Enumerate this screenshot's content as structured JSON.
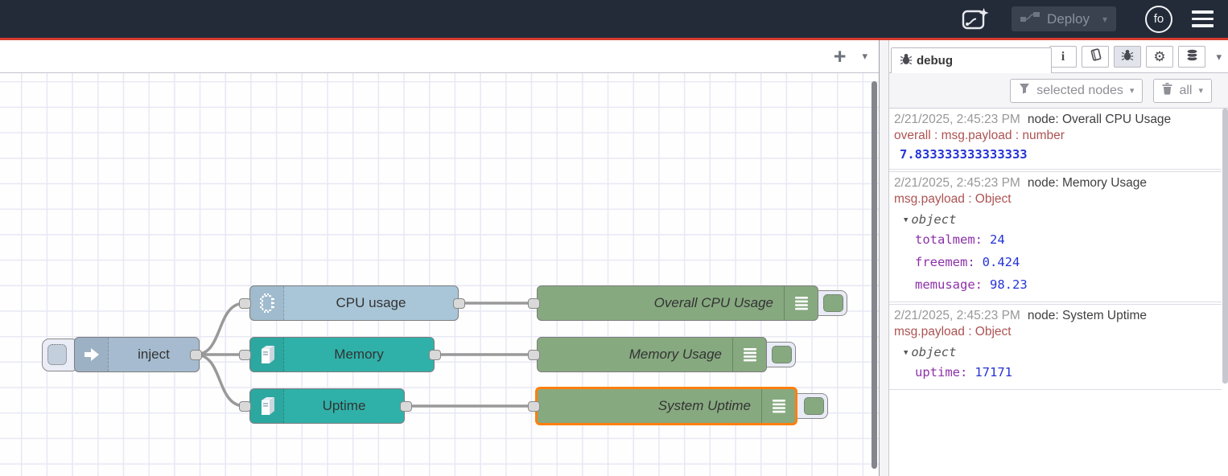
{
  "header": {
    "deploy_label": "Deploy",
    "avatar_text": "fo",
    "icon_names": [
      "flow-sparkle-icon",
      "deploy-nodes-icon",
      "user-avatar",
      "hamburger-menu-icon"
    ]
  },
  "icons": {
    "plus": "+",
    "caret": "▾",
    "info_glyph": "i",
    "gear_glyph": "⚙",
    "object_caret": "▼"
  },
  "colors": {
    "header_bg": "#232b39",
    "header_red_line": "#d63b2f",
    "inject_node": "#a6bbcf",
    "cpu_node": "#a9c6d8",
    "os_node": "#2fb1a9",
    "debug_node": "#87a980",
    "selected_border": "#ff7f0e",
    "wire": "#999999",
    "debug_key_purple": "#8d31a8",
    "debug_value_blue": "#2433d6",
    "debug_meta_red": "#ad5353"
  },
  "flow": {
    "nodes": {
      "inject": {
        "label": "inject"
      },
      "cpu": {
        "label": "CPU usage"
      },
      "memory": {
        "label": "Memory"
      },
      "uptime": {
        "label": "Uptime"
      },
      "overall": {
        "label": "Overall CPU Usage"
      },
      "memory_usage": {
        "label": "Memory Usage"
      },
      "system_uptime": {
        "label": "System Uptime"
      }
    },
    "selected_node": "System Uptime"
  },
  "sidebar": {
    "tab_label": "debug",
    "header_buttons": [
      "info",
      "library-book",
      "debug-bug",
      "config-gear",
      "context-data-db"
    ],
    "filter_label": "selected nodes",
    "clear_label": "all",
    "messages": [
      {
        "time": "2/21/2025, 2:45:23 PM",
        "node": "node: Overall CPU Usage",
        "meta": "overall : msg.payload : number",
        "value": "7.833333333333333"
      },
      {
        "time": "2/21/2025, 2:45:23 PM",
        "node": "node: Memory Usage",
        "meta": "msg.payload : Object",
        "object_label": "object",
        "fields": [
          {
            "key": "totalmem",
            "value": "24"
          },
          {
            "key": "freemem",
            "value": "0.424"
          },
          {
            "key": "memusage",
            "value": "98.23"
          }
        ]
      },
      {
        "time": "2/21/2025, 2:45:23 PM",
        "node": "node: System Uptime",
        "meta": "msg.payload : Object",
        "object_label": "object",
        "fields": [
          {
            "key": "uptime",
            "value": "17171"
          }
        ]
      }
    ]
  }
}
